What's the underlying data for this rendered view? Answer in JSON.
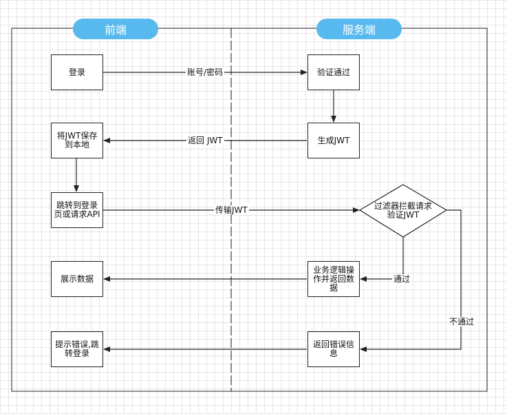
{
  "lanes": {
    "frontend": "前端",
    "server": "服务端"
  },
  "nodes": {
    "login": "登录",
    "save_jwt": "将JWT保存到本地",
    "request_api": "跳转到登录页或请求API",
    "show_data": "展示数据",
    "show_error": "提示错误,跳转登录",
    "verify": "验证通过",
    "gen_jwt": "生成JWT",
    "filter": "过滤器拦截请求验证JWT",
    "business": "业务逻辑操作并返回数据",
    "return_error": "返回错误信息"
  },
  "edges": {
    "credentials": "账号/密码",
    "return_jwt": "返回 JWT",
    "send_jwt": "传输JWT",
    "pass": "通过",
    "fail": "不通过"
  },
  "colors": {
    "lane_pill": "#58b9ee",
    "line": "#222222",
    "grid": "#e6e6e6"
  }
}
